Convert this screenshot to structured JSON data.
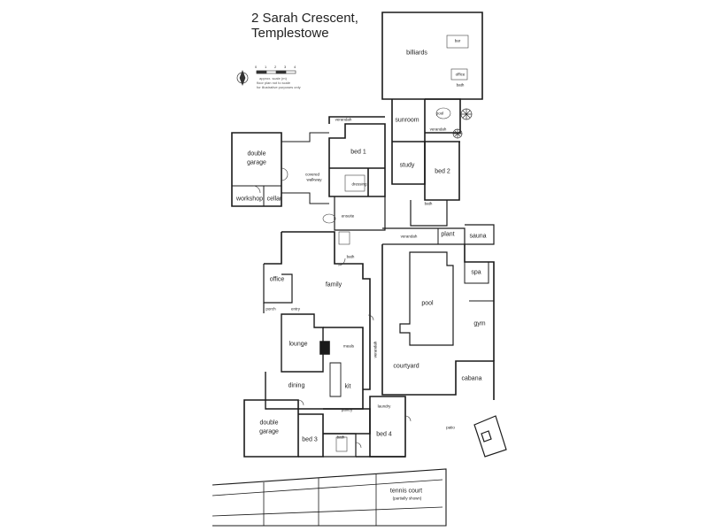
{
  "title": {
    "line1": "2 Sarah Crescent,",
    "line2": "Templestowe"
  },
  "compass": {
    "icon": "compass-north-icon"
  },
  "scale": {
    "numbers": [
      "0",
      "1",
      "2",
      "3",
      "4"
    ],
    "line1": "approx. scale (m)",
    "line2": "floor plan not to scale",
    "line3": "for illustrative purposes only"
  },
  "rooms": {
    "billiards": "billiards",
    "bar": "bar",
    "office_small": "office",
    "bath_top": "bath",
    "sunroom": "sunroom",
    "pool_small": "pool",
    "verandah_top": "verandah",
    "verandah_left": "verandah",
    "bed1": "bed 1",
    "dressing": "dressing",
    "study": "study",
    "bed2": "bed 2",
    "double_garage_top_l1": "double",
    "double_garage_top_l2": "garage",
    "covered_walkway_l1": "covered",
    "covered_walkway_l2": "walkway",
    "workshop": "workshop",
    "cellar": "cellar",
    "ensuite": "ensuite",
    "bath_mid": "bath",
    "verandah_mid": "verandah",
    "plant": "plant",
    "sauna": "sauna",
    "spa": "spa",
    "bath_left": "bath",
    "office": "office",
    "family": "family",
    "porch": "porch",
    "entry": "entry",
    "pool": "pool",
    "gym": "gym",
    "lounge": "lounge",
    "meals": "meals",
    "verandah_vert": "verandah",
    "courtyard": "courtyard",
    "cabana": "cabana",
    "dining": "dining",
    "kit": "kit",
    "laundry": "laundry",
    "pantry": "pantry",
    "double_garage_bot_l1": "double",
    "double_garage_bot_l2": "garage",
    "bed3": "bed 3",
    "bath_bot": "bath",
    "bed4": "bed 4",
    "patio": "patio",
    "tennis_court_l1": "tennis court",
    "tennis_court_l2": "(partially shown)"
  }
}
